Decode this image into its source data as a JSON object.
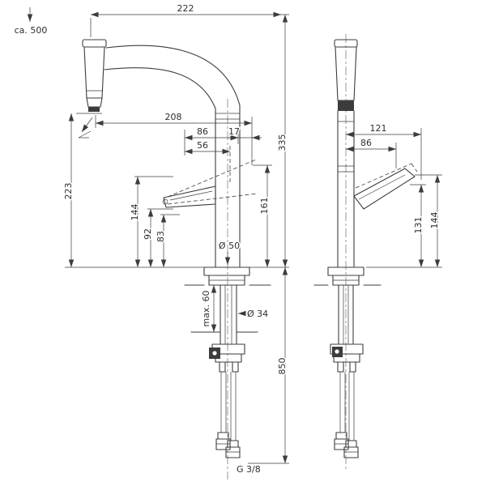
{
  "side_view": {
    "hose_extension": "ca. 500",
    "overall_width": "222",
    "spout_reach": "208",
    "handle_offset_86": "86",
    "handle_offset_17": "17",
    "handle_offset_56": "56",
    "height_above_deck": "335",
    "outlet_clearance": "223",
    "handle_height_144": "144",
    "handle_height_92": "92",
    "handle_height_83": "83",
    "handle_height_161": "161",
    "base_diameter": "Ø 50",
    "deck_thickness": "max. 60",
    "shank_diameter": "Ø 34",
    "hose_length_below": "850",
    "connection_thread": "G 3/8"
  },
  "front_view": {
    "handle_reach_121": "121",
    "handle_reach_86": "86",
    "handle_height_131": "131",
    "handle_height_144": "144"
  },
  "colors": {
    "line": "#3c3c3c",
    "background": "#ffffff"
  }
}
